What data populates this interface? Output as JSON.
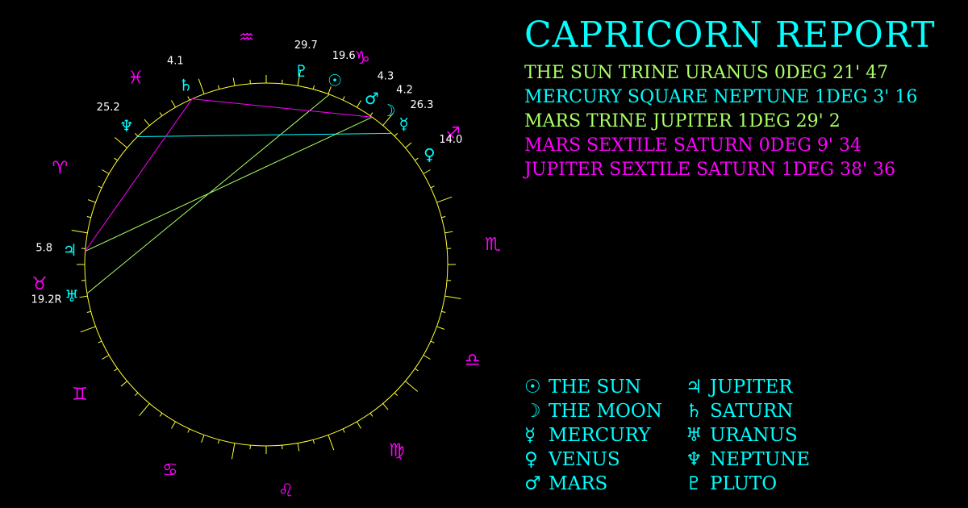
{
  "report": {
    "title": "CAPRICORN REPORT",
    "aspects": [
      {
        "text": "THE SUN TRINE URANUS 0DEG 21' 47",
        "color": "#aaff66"
      },
      {
        "text": "MERCURY SQUARE NEPTUNE 1DEG 3' 16",
        "color": "#00ffff"
      },
      {
        "text": "MARS TRINE JUPITER 1DEG 29' 2",
        "color": "#aaff66"
      },
      {
        "text": "MARS SEXTILE SATURN 0DEG 9' 34",
        "color": "#ff00ff"
      },
      {
        "text": "JUPITER SEXTILE SATURN 1DEG 38' 36",
        "color": "#ff00ff"
      }
    ]
  },
  "legend": [
    {
      "glyph": "☉",
      "label": "THE SUN",
      "icon": "sun-icon"
    },
    {
      "glyph": "☽",
      "label": "THE MOON",
      "icon": "moon-icon"
    },
    {
      "glyph": "☿",
      "label": "MERCURY",
      "icon": "mercury-icon"
    },
    {
      "glyph": "♀",
      "label": "VENUS",
      "icon": "venus-icon"
    },
    {
      "glyph": "♂",
      "label": "MARS",
      "icon": "mars-icon"
    },
    {
      "glyph": "♃",
      "label": "JUPITER",
      "icon": "jupiter-icon"
    },
    {
      "glyph": "♄",
      "label": "SATURN",
      "icon": "saturn-icon"
    },
    {
      "glyph": "♅",
      "label": "URANUS",
      "icon": "uranus-icon"
    },
    {
      "glyph": "♆",
      "label": "NEPTUNE",
      "icon": "neptune-icon"
    },
    {
      "glyph": "♇",
      "label": "PLUTO",
      "icon": "pluto-icon"
    }
  ],
  "wheel": {
    "signs": [
      {
        "name": "aries",
        "glyph": "♈"
      },
      {
        "name": "taurus",
        "glyph": "♉"
      },
      {
        "name": "gemini",
        "glyph": "♊"
      },
      {
        "name": "cancer",
        "glyph": "♋"
      },
      {
        "name": "leo",
        "glyph": "♌"
      },
      {
        "name": "virgo",
        "glyph": "♍"
      },
      {
        "name": "libra",
        "glyph": "♎"
      },
      {
        "name": "scorpio",
        "glyph": "♏"
      },
      {
        "name": "sagittarius",
        "glyph": "♐"
      },
      {
        "name": "capricorn",
        "glyph": "♑"
      },
      {
        "name": "aquarius",
        "glyph": "♒"
      },
      {
        "name": "pisces",
        "glyph": "♓"
      }
    ],
    "planets": [
      {
        "name": "pluto",
        "glyph": "♇",
        "sign": "capricorn",
        "degree": 29.7,
        "label": "29.7"
      },
      {
        "name": "sun",
        "glyph": "☉",
        "sign": "capricorn",
        "degree": 19.6,
        "label": "19.6"
      },
      {
        "name": "mars",
        "glyph": "♂",
        "sign": "capricorn",
        "degree": 4.3,
        "label": "4.3"
      },
      {
        "name": "moon",
        "glyph": "☽",
        "sign": "capricorn",
        "degree": 4.2,
        "label": "4.2"
      },
      {
        "name": "mercury",
        "glyph": "☿",
        "sign": "sagittarius",
        "degree": 26.3,
        "label": "26.3"
      },
      {
        "name": "venus",
        "glyph": "♀",
        "sign": "sagittarius",
        "degree": 14.0,
        "label": "14.0"
      },
      {
        "name": "saturn",
        "glyph": "♄",
        "sign": "pisces",
        "degree": 4.1,
        "label": "4.1"
      },
      {
        "name": "neptune",
        "glyph": "♆",
        "sign": "pisces",
        "degree": 25.2,
        "label": "25.2"
      },
      {
        "name": "jupiter",
        "glyph": "♃",
        "sign": "taurus",
        "degree": 5.8,
        "label": "5.8"
      },
      {
        "name": "uranus",
        "glyph": "♅",
        "sign": "taurus",
        "degree": 19.2,
        "label": "19.2R"
      }
    ],
    "aspect_lines": [
      {
        "from": "sun",
        "to": "uranus",
        "color": "#aaff66"
      },
      {
        "from": "mercury",
        "to": "neptune",
        "color": "#00ffff"
      },
      {
        "from": "mars",
        "to": "jupiter",
        "color": "#aaff66"
      },
      {
        "from": "mars",
        "to": "saturn",
        "color": "#ff00ff"
      },
      {
        "from": "jupiter",
        "to": "saturn",
        "color": "#ff00ff"
      }
    ],
    "colors": {
      "ring": "#ffff33",
      "sign": "#ff00ff",
      "planet": "#00ffff",
      "degree_label": "#ffffff"
    }
  }
}
